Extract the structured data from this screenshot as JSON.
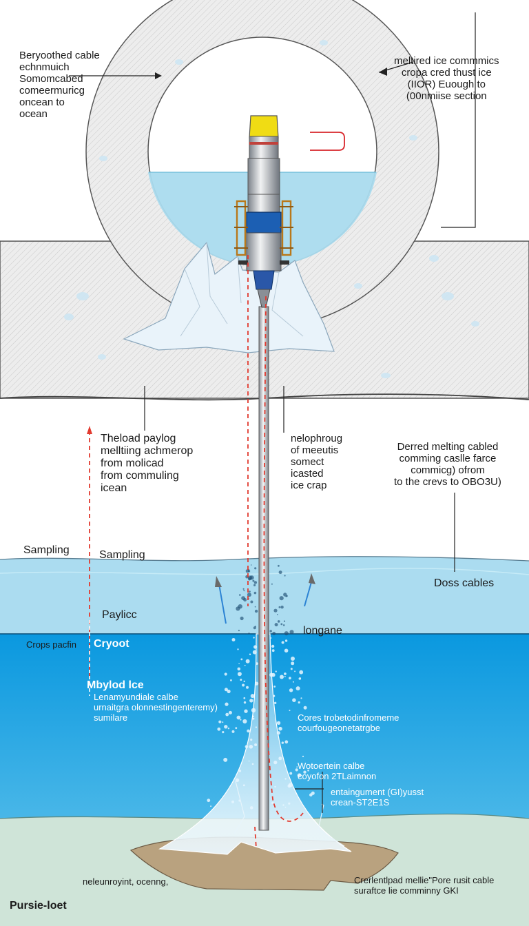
{
  "labels": {
    "top_left": "Beryoothed cable\nechnmuich\nSomomcabed\ncomeermuricg\noncean to\nocean",
    "top_right": "meltired ice commmics\ncropa cred thust ice\n(IIOR) Euough to\n(00nmiise section",
    "mid_left": "Theload paylog\nmelltiing achmerop\nfrom molicad\nfrom commuling\nicean",
    "mid_center": "nelophroug\nof meeutis\nsomect\nicasted\nice crap",
    "mid_right": "Derred melting cabled\ncomming caslle farce\ncommicg) ofrom\nto the crevs to OBO3U)",
    "sampling_left": "Sampling",
    "sampling_center": "Sampling",
    "doss_cables": "Doss cables",
    "paylicc": "Paylicc",
    "longane": "longane",
    "crops_pacifin": "Crops pacfin",
    "cryoot": "Cryoot",
    "mbylod_ice": "Mbylod lce",
    "mbylod_desc": "Lenamyundiale calbe\nurnaitgra olonnestingenteremy)\nsumilare",
    "cores_desc": "Cores trobetodinfromeme\ncourfougeonetatrgbe",
    "water_desc": "Wotoertein calbe\ncoyofon 2TLaimnon",
    "entainment": "entaingument (GI)yusst\ncrean-ST2E1S",
    "bottom_left": "neleunroyint, ocenng,",
    "bottom_right": "Crerlentlpad mellie\"Pore rusit cable\nsuraftce lie comminny GKI",
    "footer": "Pursie-loet"
  },
  "colors": {
    "ice_hatch": "#e4e4e4",
    "ocean_light": "#a9dcef",
    "ocean_deep": "#0b9fe4",
    "seafloor": "#cde2d8",
    "sediment": "#b8a07e",
    "probe_cap": "#f0dc14",
    "probe_band": "#1c5fb3",
    "red_dash": "#e23a2f"
  }
}
